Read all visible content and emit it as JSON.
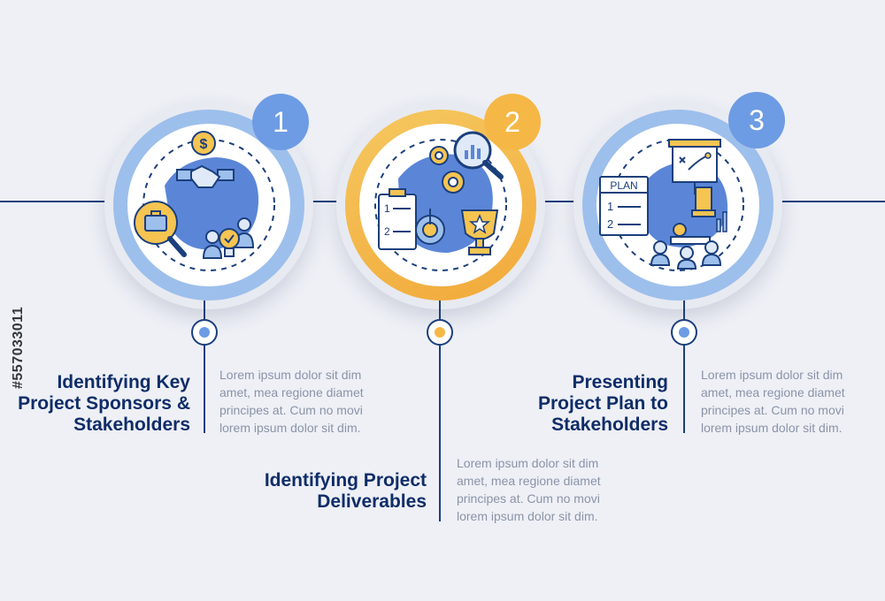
{
  "steps": [
    {
      "number": "1",
      "title": [
        "Identifying Key",
        "Project Sponsors &",
        "Stakeholders"
      ],
      "body": [
        "Lorem ipsum dolor sit dim",
        "amet, mea regione diamet",
        "principes at. Cum no movi",
        "lorem ipsum dolor sit dim."
      ],
      "color": "#6d9ce4"
    },
    {
      "number": "2",
      "title": [
        "Identifying Project",
        "Deliverables"
      ],
      "body": [
        "Lorem ipsum dolor sit dim",
        "amet, mea regione diamet",
        "principes at. Cum no movi",
        "lorem ipsum dolor sit dim."
      ],
      "color": "#f5b846"
    },
    {
      "number": "3",
      "title": [
        "Presenting",
        "Project Plan to",
        "Stakeholders"
      ],
      "body": [
        "Lorem ipsum dolor sit dim",
        "amet, mea regione diamet",
        "principes at. Cum no movi",
        "lorem ipsum dolor sit dim."
      ],
      "color": "#6d9ce4",
      "icon_text": "PLAN",
      "icon_list": [
        "1",
        "2"
      ]
    }
  ],
  "icons": [
    "handshake-money-icon",
    "briefcase-search-icon",
    "team-lightbulb-icon",
    "checklist-icon",
    "target-icon",
    "gears-analytics-icon",
    "trophy-icon",
    "plan-board-icon",
    "presentation-icon",
    "audience-icon"
  ],
  "watermark": "#557033011",
  "colors": {
    "navy": "#1b3f7c",
    "blue": "#6d9ce4",
    "orange": "#f5b846",
    "background": "#eef0f6"
  }
}
